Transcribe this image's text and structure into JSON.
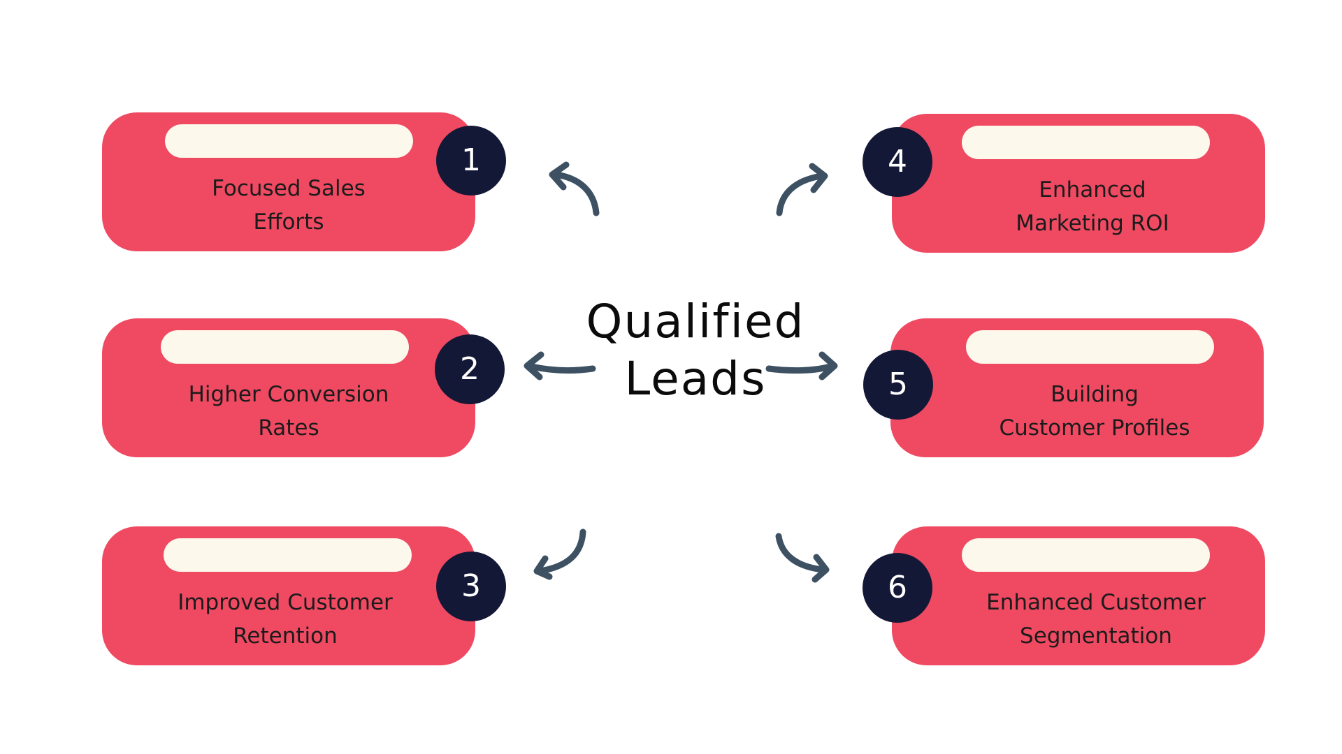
{
  "center": {
    "title": "Qualified\nLeads"
  },
  "colors": {
    "card": "#ef4a62",
    "pill": "#fdf8ec",
    "badge": "#131836",
    "arrow": "#3d5163"
  },
  "items": [
    {
      "number": "1",
      "label": "Focused Sales\nEfforts"
    },
    {
      "number": "2",
      "label": "Higher Conversion\nRates"
    },
    {
      "number": "3",
      "label": "Improved Customer\nRetention"
    },
    {
      "number": "4",
      "label": "Enhanced\nMarketing ROI"
    },
    {
      "number": "5",
      "label": "Building\nCustomer Profiles"
    },
    {
      "number": "6",
      "label": "Enhanced Customer\nSegmentation"
    }
  ]
}
